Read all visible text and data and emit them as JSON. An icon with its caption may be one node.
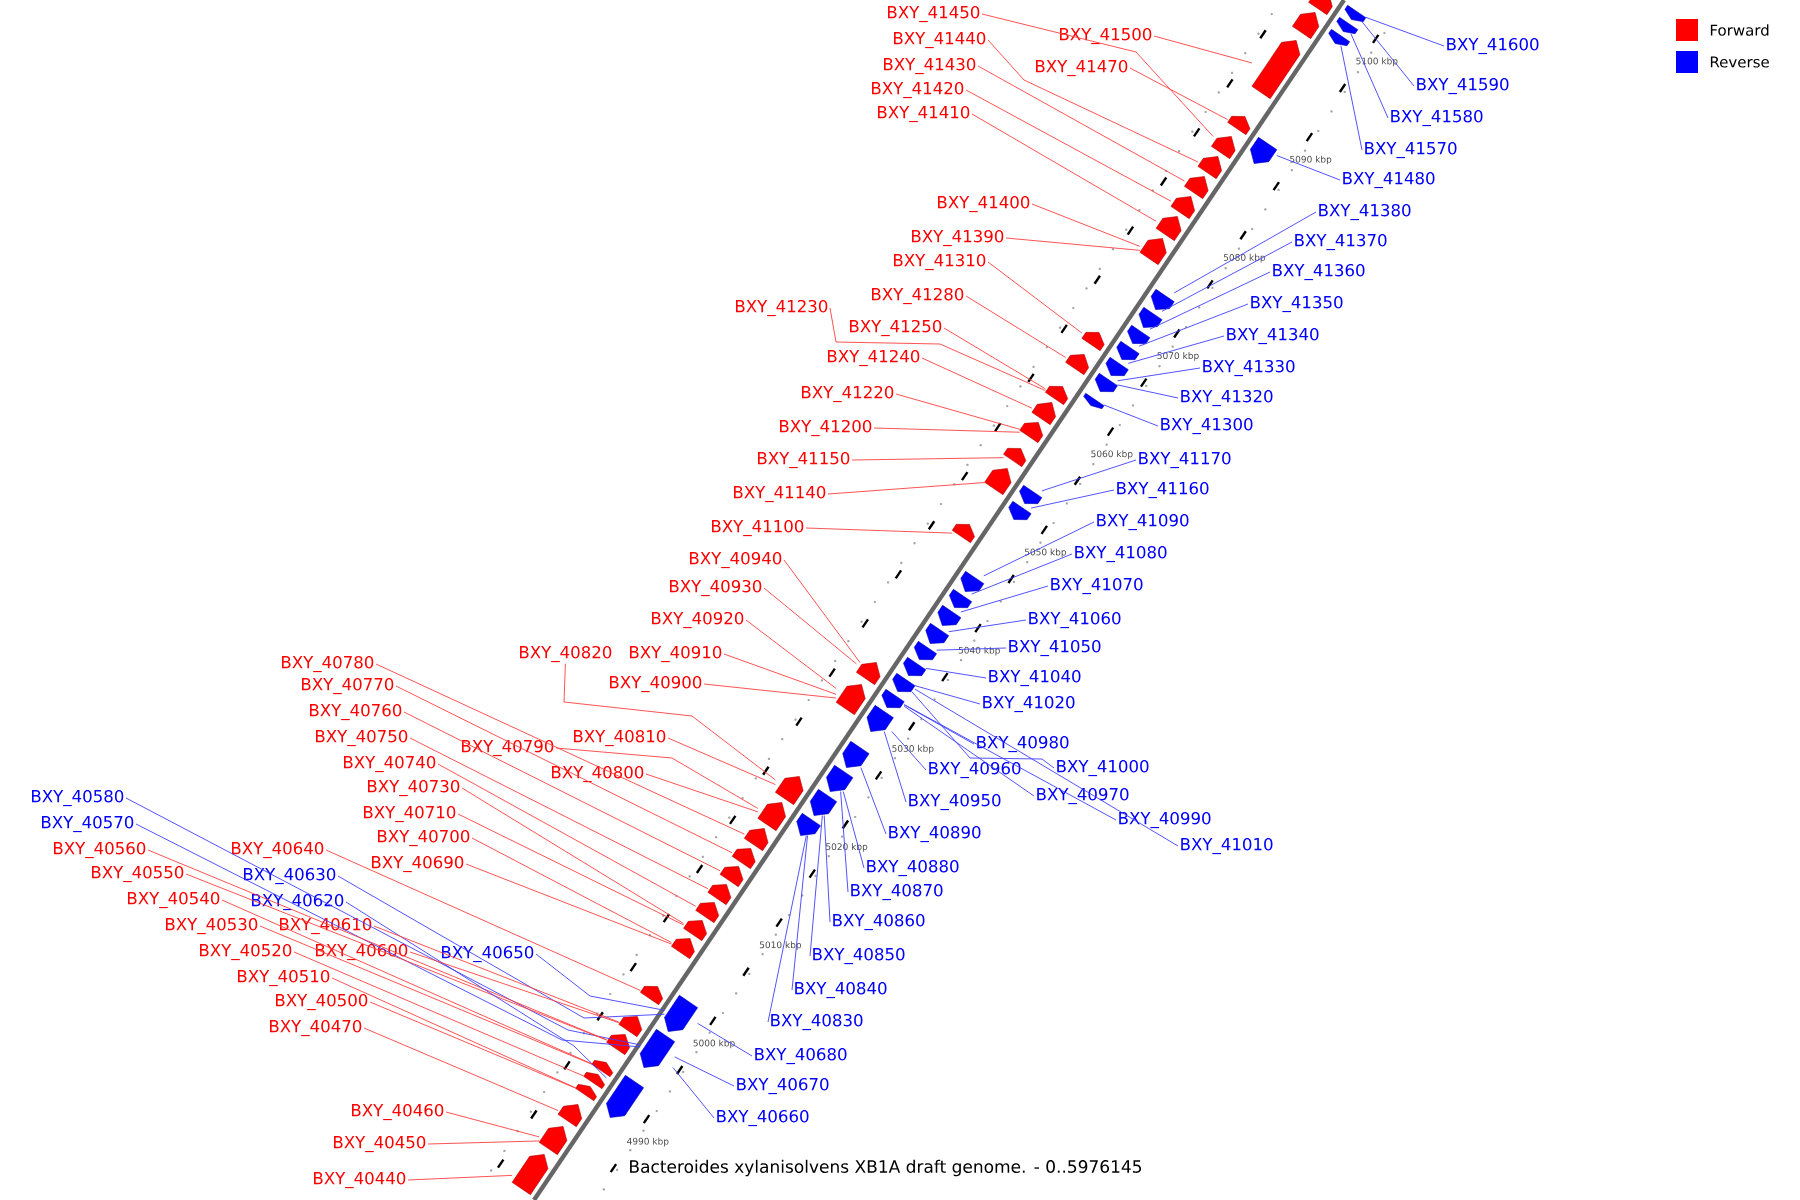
{
  "diagram": {
    "caption": "Bacteroides xylanisolvens XB1A draft genome. - 0..5976145",
    "nodes": [
      {
        "text": [
          "BXY_41450"
        ]
      },
      {
        "text": [
          "BXY_41440"
        ]
      },
      {
        "text": [
          "BXY_41430"
        ]
      },
      {
        "text": [
          "BXY_41420"
        ]
      },
      {
        "text": [
          "BXY_41410"
        ]
      },
      {
        "text": [
          "BXY_41500"
        ]
      },
      {
        "text": [
          "BXY_41470"
        ]
      },
      {
        "text": [
          "BXY_41400"
        ]
      },
      {
        "text": [
          "BXY_41390"
        ]
      },
      {
        "text": [
          "BXY_41310"
        ]
      },
      {
        "text": [
          "BXY_41280"
        ]
      },
      {
        "text": [
          "BXY_41230"
        ]
      },
      {
        "text": [
          "BXY_41250"
        ]
      },
      {
        "text": [
          "BXY_41240"
        ]
      },
      {
        "text": [
          "BXY_41220"
        ]
      },
      {
        "text": [
          "BXY_41200"
        ]
      },
      {
        "text": [
          "BXY_41150"
        ]
      },
      {
        "text": [
          "BXY_41140"
        ]
      },
      {
        "text": [
          "BXY_41100"
        ]
      },
      {
        "text": [
          "BXY_40940"
        ]
      },
      {
        "text": [
          "BXY_40930"
        ]
      },
      {
        "text": [
          "BXY_40920"
        ]
      },
      {
        "text": [
          "BXY_40910"
        ]
      },
      {
        "text": [
          "BXY_40820"
        ]
      },
      {
        "text": [
          "BXY_40900"
        ]
      },
      {
        "text": [
          "BXY_40810"
        ]
      },
      {
        "text": [
          "BXY_40800"
        ]
      },
      {
        "text": [
          "BXY_40790"
        ]
      },
      {
        "text": [
          "BXY_40780"
        ]
      },
      {
        "text": [
          "BXY_40770"
        ]
      },
      {
        "text": [
          "BXY_40760"
        ]
      },
      {
        "text": [
          "BXY_40750"
        ]
      },
      {
        "text": [
          "BXY_40740"
        ]
      },
      {
        "text": [
          "BXY_40730"
        ]
      },
      {
        "text": [
          "BXY_40710"
        ]
      },
      {
        "text": [
          "BXY_40700"
        ]
      },
      {
        "text": [
          "BXY_40690"
        ]
      },
      {
        "text": [
          "BXY_40580"
        ]
      },
      {
        "text": [
          "BXY_40570"
        ]
      },
      {
        "text": [
          "BXY_40560"
        ]
      },
      {
        "text": [
          "BXY_40640"
        ]
      },
      {
        "text": [
          "BXY_40550"
        ]
      },
      {
        "text": [
          "BXY_40630"
        ]
      },
      {
        "text": [
          "BXY_40540"
        ]
      },
      {
        "text": [
          "BXY_40620"
        ]
      },
      {
        "text": [
          "BXY_40530"
        ]
      },
      {
        "text": [
          "BXY_40610"
        ]
      },
      {
        "text": [
          "BXY_40520"
        ]
      },
      {
        "text": [
          "BXY_40600"
        ]
      },
      {
        "text": [
          "BXY_40650"
        ]
      },
      {
        "text": [
          "BXY_40510"
        ]
      },
      {
        "text": [
          "BXY_40500"
        ]
      },
      {
        "text": [
          "BXY_40470"
        ]
      },
      {
        "text": [
          "BXY_40460"
        ]
      },
      {
        "text": [
          "BXY_40450"
        ]
      },
      {
        "text": [
          "BXY_40440"
        ]
      },
      {
        "text": [
          "BXY_41600"
        ]
      },
      {
        "text": [
          "BXY_41590"
        ]
      },
      {
        "text": [
          "BXY_41580"
        ]
      },
      {
        "text": [
          "BXY_41570"
        ]
      },
      {
        "text": [
          "BXY_41480"
        ]
      },
      {
        "text": [
          "BXY_41380"
        ]
      },
      {
        "text": [
          "BXY_41370"
        ]
      },
      {
        "text": [
          "BXY_41360"
        ]
      },
      {
        "text": [
          "BXY_41350"
        ]
      },
      {
        "text": [
          "BXY_41340"
        ]
      },
      {
        "text": [
          "BXY_41330"
        ]
      },
      {
        "text": [
          "BXY_41320"
        ]
      },
      {
        "text": [
          "BXY_41300"
        ]
      },
      {
        "text": [
          "BXY_41170"
        ]
      },
      {
        "text": [
          "BXY_41160"
        ]
      },
      {
        "text": [
          "BXY_41090"
        ]
      },
      {
        "text": [
          "BXY_41080"
        ]
      },
      {
        "text": [
          "BXY_41070"
        ]
      },
      {
        "text": [
          "BXY_41060"
        ]
      },
      {
        "text": [
          "BXY_41050"
        ]
      },
      {
        "text": [
          "BXY_41040"
        ]
      },
      {
        "text": [
          "BXY_41020"
        ]
      },
      {
        "text": [
          "BXY_40980"
        ]
      },
      {
        "text": [
          "BXY_41000"
        ]
      },
      {
        "text": [
          "BXY_40960"
        ]
      },
      {
        "text": [
          "BXY_40970"
        ]
      },
      {
        "text": [
          "BXY_40950"
        ]
      },
      {
        "text": [
          "BXY_40990"
        ]
      },
      {
        "text": [
          "BXY_41010"
        ]
      },
      {
        "text": [
          "BXY_40890"
        ]
      },
      {
        "text": [
          "BXY_40880"
        ]
      },
      {
        "text": [
          "BXY_40870"
        ]
      },
      {
        "text": [
          "BXY_40860"
        ]
      },
      {
        "text": [
          "BXY_40850"
        ]
      },
      {
        "text": [
          "BXY_40840"
        ]
      },
      {
        "text": [
          "BXY_40830"
        ]
      },
      {
        "text": [
          "BXY_40680"
        ]
      },
      {
        "text": [
          "BXY_40670"
        ]
      },
      {
        "text": [
          "BXY_40660"
        ]
      },
      {
        "text": [],
        "shape": "arrow"
      },
      {
        "text": [],
        "shape": "arrow"
      },
      {
        "text": [],
        "shape": "arrow"
      },
      {
        "text": [],
        "shape": "arrow"
      },
      {
        "text": [],
        "shape": "arrow"
      },
      {
        "text": [],
        "shape": "arrow"
      },
      {
        "text": [],
        "shape": "arrow"
      },
      {
        "text": [],
        "shape": "arrow"
      },
      {
        "text": [],
        "shape": "arrow"
      },
      {
        "text": [],
        "shape": "arrow"
      },
      {
        "text": [],
        "shape": "arrow"
      },
      {
        "text": [],
        "shape": "arrow"
      },
      {
        "text": [],
        "shape": "arrow"
      },
      {
        "text": [],
        "shape": "arrow"
      },
      {
        "text": [],
        "shape": "arrow"
      },
      {
        "text": [],
        "shape": "arrow"
      },
      {
        "text": [],
        "shape": "arrow"
      },
      {
        "text": [],
        "shape": "arrow"
      },
      {
        "text": [],
        "shape": "arrow"
      },
      {
        "text": [],
        "shape": "arrow"
      },
      {
        "text": [],
        "shape": "arrow"
      },
      {
        "text": [],
        "shape": "arrow"
      },
      {
        "text": [],
        "shape": "arrow"
      },
      {
        "text": [],
        "shape": "arrow"
      },
      {
        "text": [],
        "shape": "arrow"
      },
      {
        "text": [],
        "shape": "arrow"
      },
      {
        "text": [],
        "shape": "arrow"
      },
      {
        "text": [],
        "shape": "arrow"
      },
      {
        "text": [],
        "shape": "arrow"
      },
      {
        "text": [],
        "shape": "arrow"
      },
      {
        "text": [],
        "shape": "arrow"
      },
      {
        "text": [],
        "shape": "arrow"
      },
      {
        "text": [],
        "shape": "arrow"
      },
      {
        "text": [],
        "shape": "arrow"
      },
      {
        "text": [],
        "shape": "arrow"
      },
      {
        "text": [],
        "shape": "arrow"
      },
      {
        "text": [],
        "shape": "arrow"
      },
      {
        "text": [],
        "shape": "arrow"
      },
      {
        "text": [],
        "shape": "arrow"
      },
      {
        "text": [],
        "shape": "arrow"
      },
      {
        "text": [],
        "shape": "arrow"
      },
      {
        "text": [],
        "shape": "arrow"
      },
      {
        "text": [],
        "shape": "arrow"
      },
      {
        "text": [],
        "shape": "arrow"
      },
      {
        "text": [],
        "shape": "arrow"
      },
      {
        "text": [],
        "shape": "arrow"
      },
      {
        "text": [],
        "shape": "arrow"
      },
      {
        "text": [],
        "shape": "arrow"
      },
      {
        "text": [],
        "shape": "arrow"
      },
      {
        "text": [],
        "shape": "arrow"
      },
      {
        "text": [],
        "shape": "arrow"
      },
      {
        "text": [],
        "shape": "arrow"
      },
      {
        "text": [],
        "shape": "arrow"
      },
      {
        "text": [],
        "shape": "arrow"
      },
      {
        "text": [],
        "shape": "arrow"
      },
      {
        "text": [],
        "shape": "arrow"
      },
      {
        "text": [],
        "shape": "arrow"
      },
      {
        "text": [],
        "shape": "arrow"
      },
      {
        "text": [],
        "shape": "arrow"
      },
      {
        "text": [],
        "shape": "arrow"
      },
      {
        "text": [],
        "shape": "arrow"
      },
      {
        "text": [],
        "shape": "arrow"
      },
      {
        "text": [],
        "shape": "arrow"
      },
      {
        "text": [],
        "shape": "arrow"
      },
      {
        "text": [],
        "shape": "arrow"
      },
      {
        "text": [],
        "shape": "arrow"
      },
      {
        "text": [],
        "shape": "arrow"
      }
    ],
    "edges": [
      {
        "from": 0,
        "to": 99,
        "arrow": "none"
      },
      {
        "from": 1,
        "to": 100,
        "arrow": "none"
      },
      {
        "from": 2,
        "to": 101,
        "arrow": "none"
      },
      {
        "from": 3,
        "to": 102,
        "arrow": "none"
      },
      {
        "from": 4,
        "to": 103,
        "arrow": "none"
      },
      {
        "from": 5,
        "to": 97,
        "arrow": "none"
      },
      {
        "from": 6,
        "to": 98,
        "arrow": "none"
      },
      {
        "from": 7,
        "to": 104,
        "arrow": "none"
      },
      {
        "from": 8,
        "to": 104,
        "arrow": "none"
      },
      {
        "from": 9,
        "to": 105,
        "arrow": "none"
      },
      {
        "from": 10,
        "to": 106,
        "arrow": "none"
      },
      {
        "from": 11,
        "to": 107,
        "arrow": "none"
      },
      {
        "from": 12,
        "to": 107,
        "arrow": "none"
      },
      {
        "from": 13,
        "to": 108,
        "arrow": "none"
      },
      {
        "from": 14,
        "to": 109,
        "arrow": "none"
      },
      {
        "from": 15,
        "to": 109,
        "arrow": "none"
      },
      {
        "from": 16,
        "to": 110,
        "arrow": "none"
      },
      {
        "from": 17,
        "to": 111,
        "arrow": "none"
      },
      {
        "from": 18,
        "to": 112,
        "arrow": "none"
      },
      {
        "from": 19,
        "to": 113,
        "arrow": "none"
      },
      {
        "from": 20,
        "to": 113,
        "arrow": "none"
      },
      {
        "from": 21,
        "to": 114,
        "arrow": "none"
      },
      {
        "from": 22,
        "to": 114,
        "arrow": "none"
      },
      {
        "from": 23,
        "to": 115,
        "arrow": "none"
      },
      {
        "from": 24,
        "to": 114,
        "arrow": "none"
      },
      {
        "from": 25,
        "to": 115,
        "arrow": "none"
      },
      {
        "from": 26,
        "to": 116,
        "arrow": "none"
      },
      {
        "from": 27,
        "to": 116,
        "arrow": "none"
      },
      {
        "from": 28,
        "to": 117,
        "arrow": "none"
      },
      {
        "from": 29,
        "to": 118,
        "arrow": "none"
      },
      {
        "from": 30,
        "to": 119,
        "arrow": "none"
      },
      {
        "from": 31,
        "to": 120,
        "arrow": "none"
      },
      {
        "from": 32,
        "to": 121,
        "arrow": "none"
      },
      {
        "from": 33,
        "to": 122,
        "arrow": "none"
      },
      {
        "from": 34,
        "to": 122,
        "arrow": "none"
      },
      {
        "from": 35,
        "to": 123,
        "arrow": "none"
      },
      {
        "from": 36,
        "to": 123,
        "arrow": "none"
      },
      {
        "from": 37,
        "to": 160,
        "arrow": "none",
        "color": "#4040ff"
      },
      {
        "from": 38,
        "to": 160,
        "arrow": "none",
        "color": "#4040ff"
      },
      {
        "from": 39,
        "to": 126,
        "arrow": "none"
      },
      {
        "from": 40,
        "to": 124,
        "arrow": "none"
      },
      {
        "from": 41,
        "to": 126,
        "arrow": "none"
      },
      {
        "from": 42,
        "to": 159,
        "arrow": "none",
        "color": "#4040ff"
      },
      {
        "from": 43,
        "to": 127,
        "arrow": "none"
      },
      {
        "from": 44,
        "to": 161,
        "arrow": "none",
        "color": "#4040ff"
      },
      {
        "from": 45,
        "to": 127,
        "arrow": "none"
      },
      {
        "from": 46,
        "to": 125,
        "arrow": "none"
      },
      {
        "from": 47,
        "to": 128,
        "arrow": "none"
      },
      {
        "from": 48,
        "to": 125,
        "arrow": "none"
      },
      {
        "from": 49,
        "to": 159,
        "arrow": "none",
        "color": "#4040ff"
      },
      {
        "from": 50,
        "to": 129,
        "arrow": "none"
      },
      {
        "from": 51,
        "to": 129,
        "arrow": "none"
      },
      {
        "from": 52,
        "to": 130,
        "arrow": "none"
      },
      {
        "from": 53,
        "to": 131,
        "arrow": "none"
      },
      {
        "from": 54,
        "to": 131,
        "arrow": "none"
      },
      {
        "from": 55,
        "to": 132,
        "arrow": "none"
      },
      {
        "from": 56,
        "to": 133,
        "arrow": "none",
        "color": "#4040ff"
      },
      {
        "from": 57,
        "to": 133,
        "arrow": "none",
        "color": "#4040ff"
      },
      {
        "from": 58,
        "to": 134,
        "arrow": "none",
        "color": "#4040ff"
      },
      {
        "from": 59,
        "to": 135,
        "arrow": "none",
        "color": "#4040ff"
      },
      {
        "from": 60,
        "to": 136,
        "arrow": "none",
        "color": "#4040ff"
      },
      {
        "from": 61,
        "to": 137,
        "arrow": "none",
        "color": "#4040ff"
      },
      {
        "from": 62,
        "to": 138,
        "arrow": "none",
        "color": "#4040ff"
      },
      {
        "from": 63,
        "to": 139,
        "arrow": "none",
        "color": "#4040ff"
      },
      {
        "from": 64,
        "to": 140,
        "arrow": "none",
        "color": "#4040ff"
      },
      {
        "from": 65,
        "to": 141,
        "arrow": "none",
        "color": "#4040ff"
      },
      {
        "from": 66,
        "to": 142,
        "arrow": "none",
        "color": "#4040ff"
      },
      {
        "from": 67,
        "to": 142,
        "arrow": "none",
        "color": "#4040ff"
      },
      {
        "from": 68,
        "to": 143,
        "arrow": "none",
        "color": "#4040ff"
      },
      {
        "from": 69,
        "to": 144,
        "arrow": "none",
        "color": "#4040ff"
      },
      {
        "from": 70,
        "to": 145,
        "arrow": "none",
        "color": "#4040ff"
      },
      {
        "from": 71,
        "to": 146,
        "arrow": "none",
        "color": "#4040ff"
      },
      {
        "from": 72,
        "to": 147,
        "arrow": "none",
        "color": "#4040ff"
      },
      {
        "from": 73,
        "to": 148,
        "arrow": "none",
        "color": "#4040ff"
      },
      {
        "from": 74,
        "to": 149,
        "arrow": "none",
        "color": "#4040ff"
      },
      {
        "from": 75,
        "to": 150,
        "arrow": "none",
        "color": "#4040ff"
      },
      {
        "from": 76,
        "to": 151,
        "arrow": "none",
        "color": "#4040ff"
      },
      {
        "from": 77,
        "to": 152,
        "arrow": "none",
        "color": "#4040ff"
      },
      {
        "from": 78,
        "to": 153,
        "arrow": "none",
        "color": "#4040ff"
      },
      {
        "from": 79,
        "to": 152,
        "arrow": "none",
        "color": "#4040ff"
      },
      {
        "from": 80,
        "to": 154,
        "arrow": "none",
        "color": "#4040ff"
      },
      {
        "from": 81,
        "to": 153,
        "arrow": "none",
        "color": "#4040ff"
      },
      {
        "from": 82,
        "to": 154,
        "arrow": "none",
        "color": "#4040ff"
      },
      {
        "from": 83,
        "to": 153,
        "arrow": "none",
        "color": "#4040ff"
      },
      {
        "from": 84,
        "to": 152,
        "arrow": "none",
        "color": "#4040ff"
      },
      {
        "from": 85,
        "to": 155,
        "arrow": "none",
        "color": "#4040ff"
      },
      {
        "from": 86,
        "to": 156,
        "arrow": "none",
        "color": "#4040ff"
      },
      {
        "from": 87,
        "to": 156,
        "arrow": "none",
        "color": "#4040ff"
      },
      {
        "from": 88,
        "to": 157,
        "arrow": "none",
        "color": "#4040ff"
      },
      {
        "from": 89,
        "to": 157,
        "arrow": "none",
        "color": "#4040ff"
      },
      {
        "from": 90,
        "to": 158,
        "arrow": "none",
        "color": "#4040ff"
      },
      {
        "from": 91,
        "to": 158,
        "arrow": "none",
        "color": "#4040ff"
      },
      {
        "from": 92,
        "to": 159,
        "arrow": "none",
        "color": "#4040ff"
      },
      {
        "from": 93,
        "to": 160,
        "arrow": "none",
        "color": "#4040ff"
      },
      {
        "from": 94,
        "to": 160,
        "arrow": "none",
        "color": "#4040ff"
      }
    ],
    "labels": [
      "4990 kbp",
      "5000 kbp",
      "5010 kbp",
      "5020 kbp",
      "5030 kbp",
      "5040 kbp",
      "5050 kbp",
      "5060 kbp",
      "5070 kbp",
      "5080 kbp",
      "5090 kbp",
      "5100 kbp"
    ],
    "legend": [
      {
        "text": "Forward",
        "color": "#ff0000"
      },
      {
        "text": "Reverse",
        "color": "#0000ff"
      }
    ]
  }
}
